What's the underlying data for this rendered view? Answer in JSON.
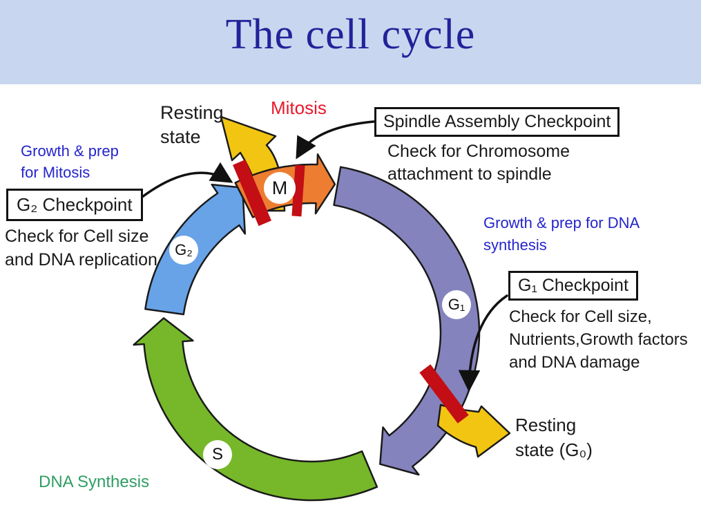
{
  "title": "The cell cycle",
  "diagram": {
    "phase_labels": {
      "m": "M",
      "g1": "G₁",
      "g2": "G₂",
      "s": "S"
    },
    "annotations": {
      "resting_top": {
        "line1": "Resting",
        "line2": "state"
      },
      "mitosis": "Mitosis",
      "spindle_box": "Spindle Assembly Checkpoint",
      "spindle_desc": {
        "line1": "Check for Chromosome",
        "line2": "attachment to spindle"
      },
      "growth_mitosis": {
        "line1": "Growth & prep",
        "line2": "for Mitosis"
      },
      "g2_box": "G₂ Checkpoint",
      "g2_desc": {
        "line1": "Check for Cell size",
        "line2": "and DNA replication"
      },
      "growth_dna": {
        "line1": "Growth & prep for DNA",
        "line2": "synthesis"
      },
      "g1_box": "G₁ Checkpoint",
      "g1_desc": {
        "line1": "Check for Cell size,",
        "line2": "Nutrients,Growth factors",
        "line3": "and DNA damage"
      },
      "resting_g0": {
        "line1": "Resting",
        "line2": "state (G₀)"
      },
      "dna_synthesis": "DNA Synthesis"
    },
    "colors": {
      "header_bg": "#c9d6ef",
      "title_text": "#22229a",
      "m_orange": "#ed7d31",
      "g1_purple": "#8583bd",
      "g2_blue": "#68a3e8",
      "s_green": "#76b82a",
      "resting_yellow": "#f2c512",
      "checkpoint_red": "#c30e15",
      "outline": "#1a1a1a",
      "arrow_black": "#111111"
    }
  }
}
